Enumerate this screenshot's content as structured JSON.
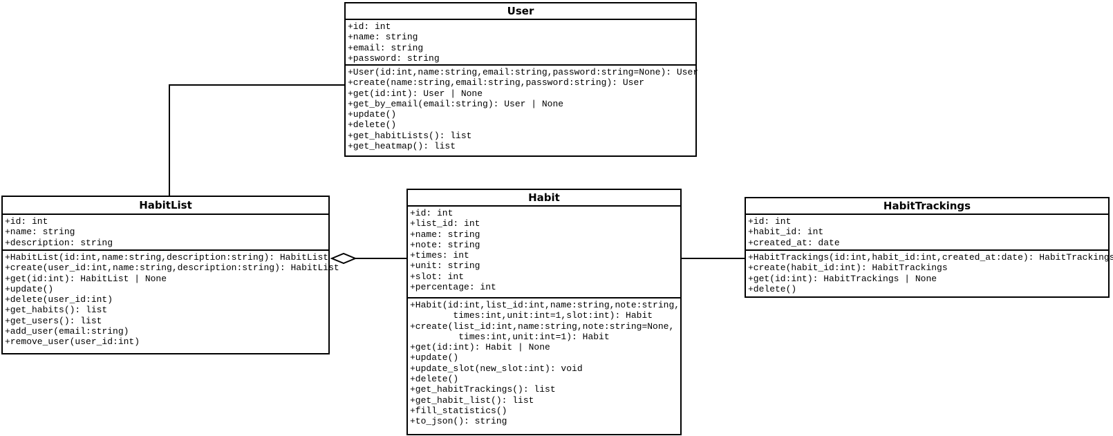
{
  "diagram": {
    "type": "uml-class-diagram",
    "background_color": "#ffffff",
    "line_color": "#000000",
    "text_color": "#000000",
    "classes": [
      {
        "name": "User",
        "attributes": [
          "+id: int",
          "+name: string",
          "+email: string",
          "+password: string"
        ],
        "methods": [
          "+User(id:int,name:string,email:string,password:string=None): User",
          "+create(name:string,email:string,password:string): User",
          "+get(id:int): User | None",
          "+get_by_email(email:string): User | None",
          "+update()",
          "+delete()",
          "+get_habitLists(): list",
          "+get_heatmap(): list"
        ]
      },
      {
        "name": "HabitList",
        "attributes": [
          "+id: int",
          "+name: string",
          "+description: string"
        ],
        "methods": [
          "+HabitList(id:int,name:string,description:string): HabitList",
          "+create(user_id:int,name:string,description:string): HabitList",
          "+get(id:int): HabitList | None",
          "+update()",
          "+delete(user_id:int)",
          "+get_habits(): list",
          "+get_users(): list",
          "+add_user(email:string)",
          "+remove_user(user_id:int)"
        ]
      },
      {
        "name": "Habit",
        "attributes": [
          "+id: int",
          "+list_id: int",
          "+name: string",
          "+note: string",
          "+times: int",
          "+unit: string",
          "+slot: int",
          "+percentage: int"
        ],
        "methods": [
          "+Habit(id:int,list_id:int,name:string,note:string,",
          "        times:int,unit:int=1,slot:int): Habit",
          "+create(list_id:int,name:string,note:string=None,",
          "         times:int,unit:int=1): Habit",
          "+get(id:int): Habit | None",
          "+update()",
          "+update_slot(new_slot:int): void",
          "+delete()",
          "+get_habitTrackings(): list",
          "+get_habit_list(): list",
          "+fill_statistics()",
          "+to_json(): string"
        ]
      },
      {
        "name": "HabitTrackings",
        "attributes": [
          "+id: int",
          "+habit_id: int",
          "+created_at: date"
        ],
        "methods": [
          "+HabitTrackings(id:int,habit_id:int,created_at:date): HabitTrackings",
          "+create(habit_id:int): HabitTrackings",
          "+get(id:int): HabitTrackings | None",
          "+delete()"
        ]
      }
    ],
    "relationships": [
      {
        "from": "User",
        "to": "HabitList",
        "type": "association"
      },
      {
        "from": "HabitList",
        "to": "Habit",
        "type": "aggregation",
        "diamond_at": "HabitList"
      },
      {
        "from": "Habit",
        "to": "HabitTrackings",
        "type": "association"
      }
    ]
  }
}
